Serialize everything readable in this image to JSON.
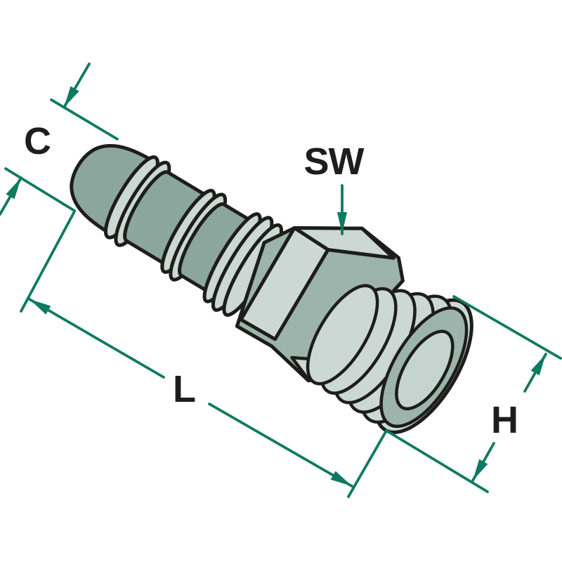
{
  "meta": {
    "description": "Isometric technical line drawing of a hose nozzle fitting: barbed hose tail, hexagon and tapered male thread, annotated with dimension labels"
  },
  "colors": {
    "ink": "#1d1d1b",
    "dim": "#0e7a62",
    "body": "#8ba69d",
    "face-light": "#cbd8d3",
    "face-mid": "#9cb4ab",
    "face-inner": "#c6d4cf",
    "bg": "#ffffff"
  },
  "labels": {
    "hose_connector": "C",
    "wrench_size": "SW",
    "length": "L",
    "thread_height": "H"
  }
}
